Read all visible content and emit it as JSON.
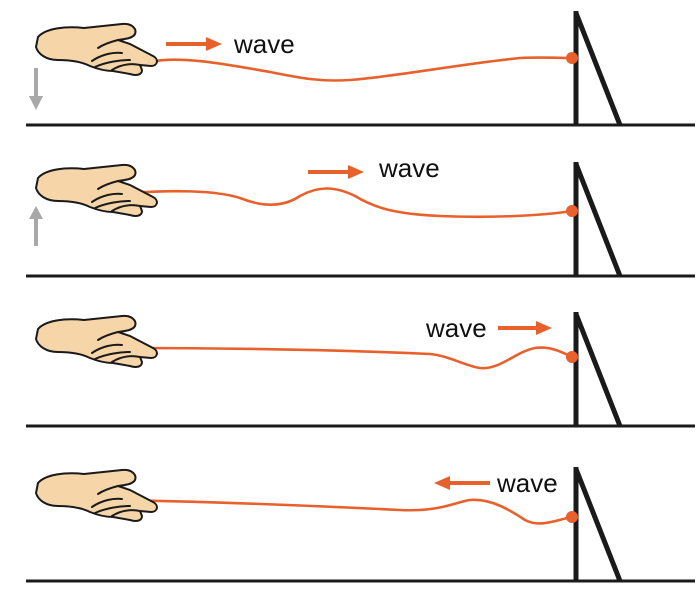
{
  "colors": {
    "rope": "#e8602c",
    "arrow": "#e8602c",
    "hand_motion_arrow": "#a8a8a8",
    "skin": "#f6d5a8",
    "line": "#1a1a1a"
  },
  "panels": [
    {
      "wave_label": "wave",
      "wave_direction": "right",
      "hand_motion": "down"
    },
    {
      "wave_label": "wave",
      "wave_direction": "right",
      "hand_motion": "up"
    },
    {
      "wave_label": "wave",
      "wave_direction": "right",
      "hand_motion": "none"
    },
    {
      "wave_label": "wave",
      "wave_direction": "left",
      "hand_motion": "none"
    }
  ]
}
